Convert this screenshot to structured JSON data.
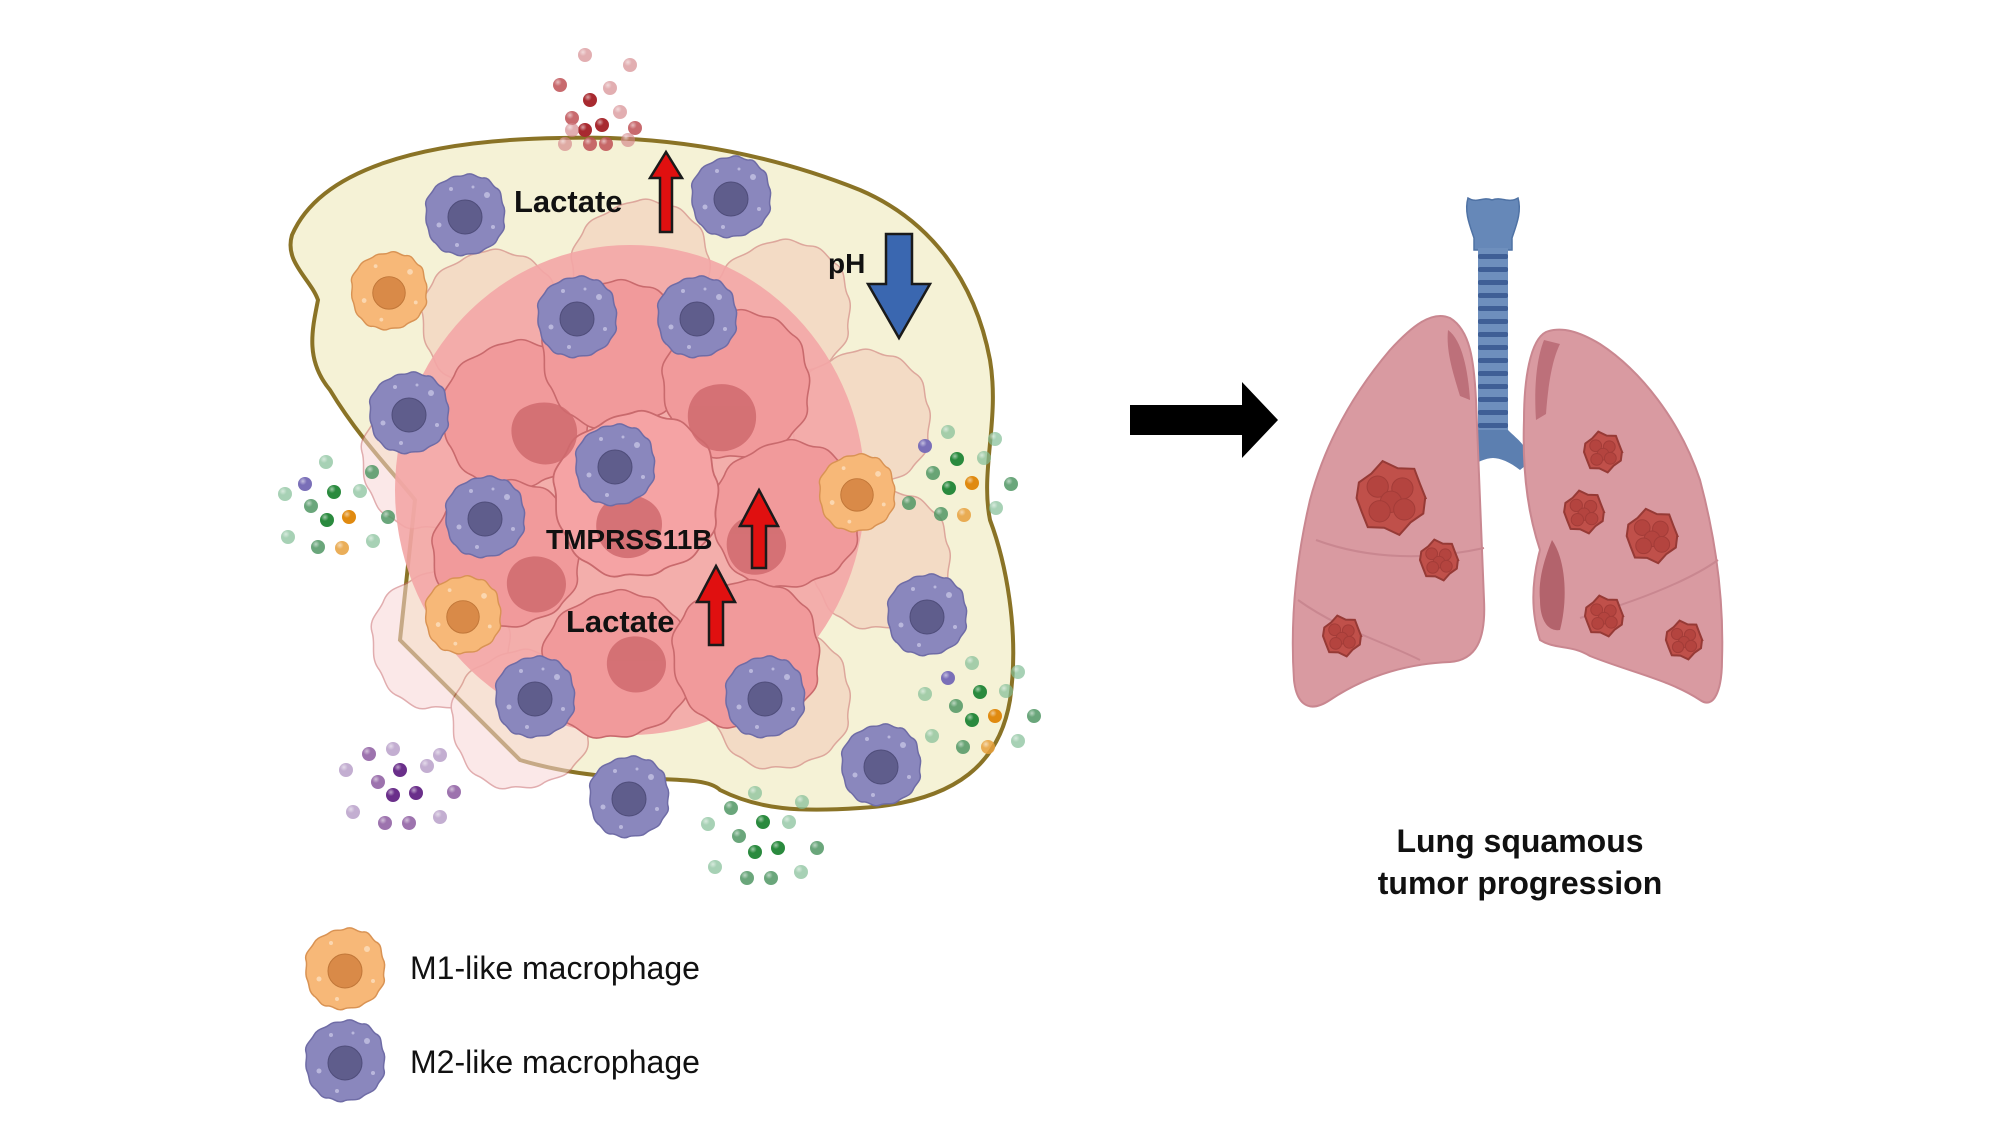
{
  "figure": {
    "type": "scientific-schematic",
    "left_panel": {
      "name": "tumor-microenvironment",
      "labels": {
        "lactate_outer": "Lactate",
        "ph": "pH",
        "tmprss11b": "TMPRSS11B",
        "lactate_inner": "Lactate"
      },
      "indicators": [
        {
          "target": "lactate_outer",
          "direction": "up",
          "color": "#e01010"
        },
        {
          "target": "ph",
          "direction": "down",
          "color": "#3a67b0"
        },
        {
          "target": "tmprss11b",
          "direction": "up",
          "color": "#e01010"
        },
        {
          "target": "lactate_inner",
          "direction": "up",
          "color": "#e01010"
        }
      ]
    },
    "legend": {
      "items": [
        {
          "label": "M1-like macrophage",
          "cell_type": "m1"
        },
        {
          "label": "M2-like macrophage",
          "cell_type": "m2"
        }
      ]
    },
    "transition_arrow": {
      "direction": "right",
      "color": "#000000"
    },
    "right_panel": {
      "name": "lungs-with-tumors",
      "title_line1": "Lung squamous",
      "title_line2": "tumor progression"
    },
    "colors": {
      "tme_fill": "#f5f2d6",
      "tme_outline": "#8a7326",
      "tumor_cell": "#f19a9b",
      "tumor_nucleus": "#d06a6e",
      "m1_cell": "#f7b878",
      "m1_nucleus": "#d98a48",
      "m2_cell": "#8a87bd",
      "m2_nucleus": "#5f5d8c",
      "lung": "#d99aa1",
      "trachea": "#5f82b2",
      "lung_tumor": "#b84a42"
    }
  }
}
